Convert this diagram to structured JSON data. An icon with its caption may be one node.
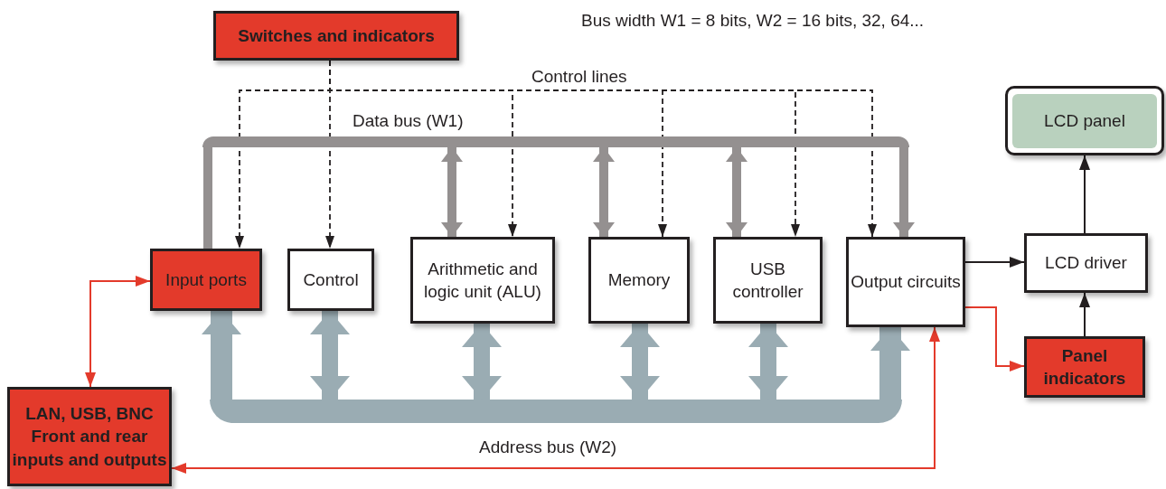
{
  "diagram": {
    "nodes": [
      {
        "text": [
          "Switches and indicators"
        ]
      },
      {
        "text": [
          "Data bus (W1)"
        ]
      },
      {
        "text": [
          "Input ports"
        ]
      },
      {
        "text": [
          "Control"
        ]
      },
      {
        "text": [
          "Arithmetic and logic unit (ALU)"
        ]
      },
      {
        "text": [
          "Memory"
        ]
      },
      {
        "text": [
          "USB controller"
        ]
      },
      {
        "text": [
          "Output circuits"
        ]
      },
      {
        "text": [
          "Address bus (W2)"
        ]
      },
      {
        "text": [
          "LAN, USB, BNC",
          "Front and rear inputs and outputs"
        ]
      },
      {
        "text": [
          "LCD panel"
        ]
      },
      {
        "text": [
          "LCD driver"
        ]
      },
      {
        "text": [
          "Panel indicators"
        ]
      }
    ],
    "edges": [
      {
        "from": 1,
        "to": 2,
        "arrow": "to",
        "style": "thick",
        "color": "#949090"
      },
      {
        "from": 1,
        "to": 4,
        "arrow": "both",
        "style": "thick",
        "color": "#949090"
      },
      {
        "from": 1,
        "to": 5,
        "arrow": "both",
        "style": "thick",
        "color": "#949090"
      },
      {
        "from": 1,
        "to": 6,
        "arrow": "both",
        "style": "thick",
        "color": "#949090"
      },
      {
        "from": 1,
        "to": 7,
        "arrow": "to",
        "style": "thick",
        "color": "#949090"
      },
      {
        "from": 0,
        "to": 2,
        "arrow": "to",
        "style": "dashed"
      },
      {
        "from": 0,
        "to": 3,
        "arrow": "to",
        "style": "dashed"
      },
      {
        "from": 0,
        "to": 4,
        "arrow": "to",
        "style": "dashed"
      },
      {
        "from": 0,
        "to": 5,
        "arrow": "to",
        "style": "dashed"
      },
      {
        "from": 0,
        "to": 6,
        "arrow": "to",
        "style": "dashed"
      },
      {
        "from": 0,
        "to": 7,
        "arrow": "to",
        "style": "dashed"
      },
      {
        "from": 8,
        "to": 2,
        "arrow": "to",
        "style": "thick",
        "color": "#9aacb3"
      },
      {
        "from": 8,
        "to": 3,
        "arrow": "both",
        "style": "thick",
        "color": "#9aacb3"
      },
      {
        "from": 8,
        "to": 4,
        "arrow": "both",
        "style": "thick",
        "color": "#9aacb3"
      },
      {
        "from": 8,
        "to": 5,
        "arrow": "both",
        "style": "thick",
        "color": "#9aacb3"
      },
      {
        "from": 8,
        "to": 6,
        "arrow": "both",
        "style": "thick",
        "color": "#9aacb3"
      },
      {
        "from": 8,
        "to": 7,
        "arrow": "to",
        "style": "thick",
        "color": "#9aacb3"
      },
      {
        "from": 2,
        "to": 9,
        "arrow": "both",
        "color": "#e33a2b"
      },
      {
        "from": 7,
        "to": 9,
        "arrow": "both",
        "color": "#e33a2b"
      },
      {
        "from": 7,
        "to": 12,
        "arrow": "to",
        "color": "#e33a2b"
      },
      {
        "from": 7,
        "to": 11,
        "arrow": "to"
      },
      {
        "from": 12,
        "to": 11,
        "arrow": "to"
      },
      {
        "from": 11,
        "to": 10,
        "arrow": "to"
      }
    ],
    "labels": [
      "Bus width W1 = 8 bits, W2 = 16 bits, 32, 64...",
      "Control lines"
    ]
  }
}
